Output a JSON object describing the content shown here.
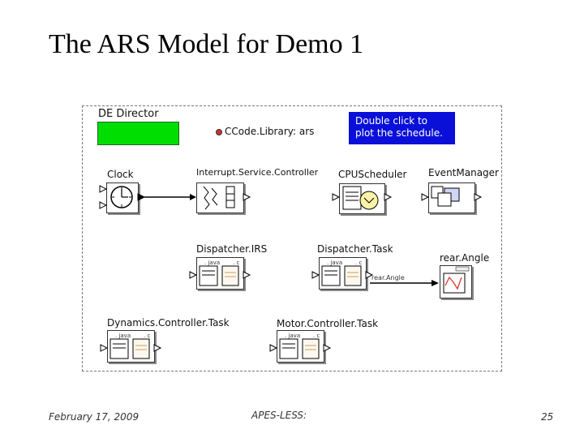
{
  "slide": {
    "title": "The ARS Model for Demo 1"
  },
  "diagram": {
    "director": "DE Director",
    "library": "CCode.Library: ars",
    "note": [
      "Double click to",
      "plot the schedule."
    ],
    "actors": {
      "clock": "Clock",
      "isr": "Interrupt.Service.Controller",
      "cpu": "CPUScheduler",
      "event": "EventManager",
      "dirs": "Dispatcher.IRS",
      "dtask": "Dispatcher.Task",
      "rear": "rear.Angle",
      "dyn": "Dynamics.Controller.Task",
      "motor": "Motor.Controller.Task"
    },
    "file_tags": {
      "java": ". java",
      "c": ". c"
    },
    "relation": "rear.Angle"
  },
  "footer": {
    "date": "February 17, 2009",
    "center": "APES-LESS:",
    "page": "25"
  },
  "colors": {
    "director_green": "#00dd00",
    "note_blue": "#0a10d8"
  }
}
